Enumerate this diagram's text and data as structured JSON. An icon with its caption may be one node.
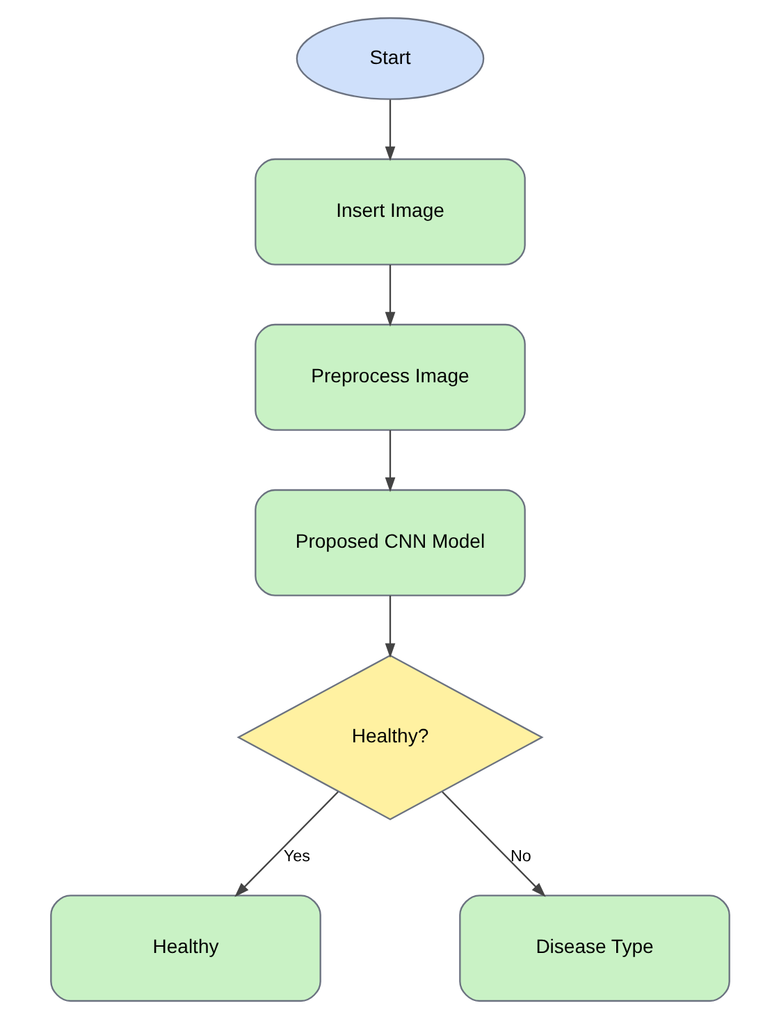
{
  "diagram": {
    "nodes": [
      {
        "text": [
          "Start"
        ]
      },
      {
        "text": [
          "Insert Image"
        ]
      },
      {
        "text": [
          "Preprocess Image"
        ]
      },
      {
        "text": [
          "Proposed CNN Model"
        ]
      },
      {
        "text": [
          "Healthy?"
        ]
      },
      {
        "text": [
          "Healthy"
        ]
      },
      {
        "text": [
          "Disease Type"
        ]
      }
    ],
    "edges": [
      {
        "from": 0,
        "to": 1,
        "arrow": "to"
      },
      {
        "from": 1,
        "to": 2,
        "arrow": "to"
      },
      {
        "from": 2,
        "to": 3,
        "arrow": "to"
      },
      {
        "from": 3,
        "to": 4,
        "arrow": "to"
      },
      {
        "from": 4,
        "to": 5,
        "arrow": "to",
        "label": "Yes"
      },
      {
        "from": 4,
        "to": 6,
        "arrow": "to",
        "label": "No"
      }
    ]
  }
}
